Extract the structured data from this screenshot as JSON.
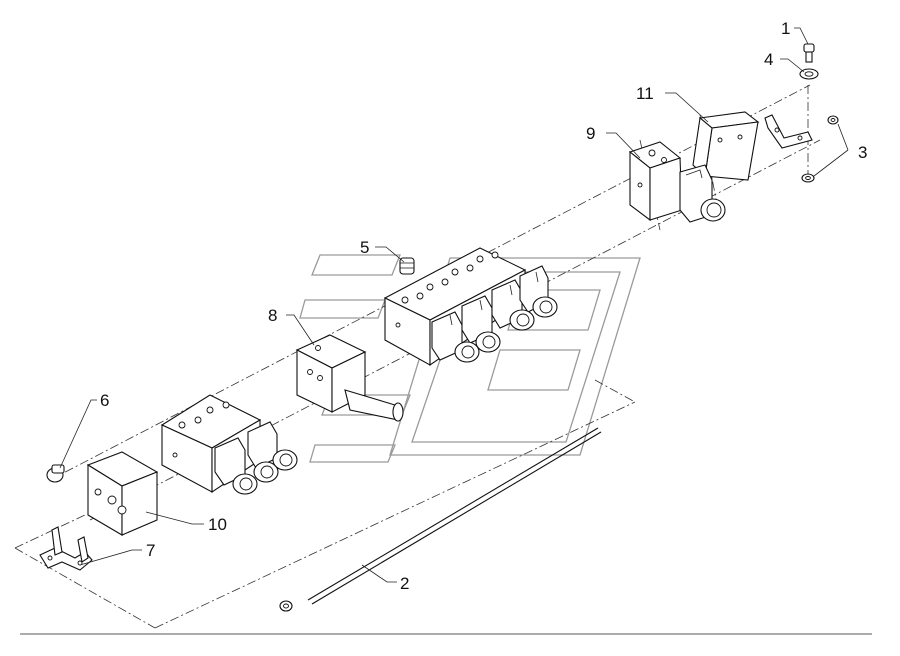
{
  "callouts": [
    {
      "id": "c1",
      "label": "1"
    },
    {
      "id": "c2",
      "label": "2"
    },
    {
      "id": "c3",
      "label": "3"
    },
    {
      "id": "c4",
      "label": "4"
    },
    {
      "id": "c5",
      "label": "5"
    },
    {
      "id": "c6",
      "label": "6"
    },
    {
      "id": "c7",
      "label": "7"
    },
    {
      "id": "c8",
      "label": "8"
    },
    {
      "id": "c9",
      "label": "9"
    },
    {
      "id": "c10",
      "label": "10"
    },
    {
      "id": "c11",
      "label": "11"
    }
  ],
  "colors": {
    "line": "#111111",
    "watermark": "#9a9a9a",
    "background": "#ffffff"
  }
}
